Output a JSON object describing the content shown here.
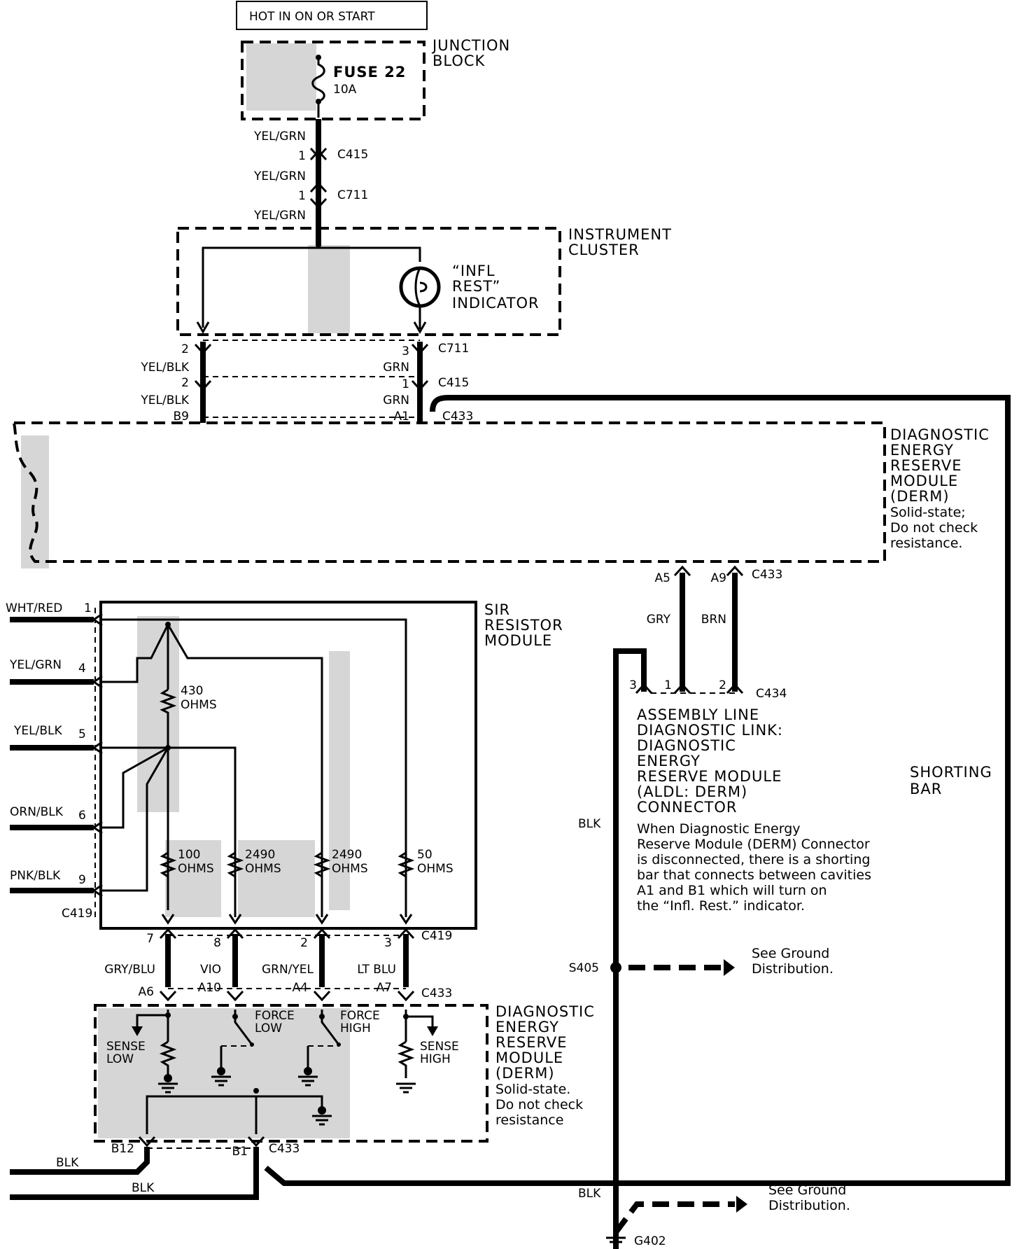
{
  "power": {
    "hot_label": "HOT IN ON OR START"
  },
  "junction_block": {
    "title_1": "JUNCTION",
    "title_2": "BLOCK",
    "fuse": "FUSE 22",
    "rating": "10A"
  },
  "upper_feed": {
    "wire_1": "YEL/GRN",
    "pin_c415": "1",
    "c415": "C415",
    "wire_2": "YEL/GRN",
    "pin_c711": "1",
    "c711": "C711",
    "wire_3": "YEL/GRN"
  },
  "instrument_cluster": {
    "title_1": "INSTRUMENT",
    "title_2": "CLUSTER",
    "ind_1": "“INFL",
    "ind_2": "REST”",
    "ind_3": "INDICATOR"
  },
  "cluster_connectors": {
    "left_pin_1": "2",
    "left_wire_1": "YEL/BLK",
    "left_pin_2": "2",
    "left_wire_2": "YEL/BLK",
    "left_cav": "B9",
    "right_pin_1": "3",
    "right_wire_1": "GRN",
    "right_pin_2": "1",
    "right_wire_2": "GRN",
    "right_cav": "A1",
    "c711": "C711",
    "c415": "C415",
    "c433": "C433"
  },
  "derm_top": {
    "l1": "DIAGNOSTIC",
    "l2": "ENERGY",
    "l3": "RESERVE",
    "l4": "MODULE",
    "l5": "(DERM)",
    "l6": "Solid-state;",
    "l7": "Do not check",
    "l8": "resistance."
  },
  "aldl": {
    "cav_a5": "A5",
    "cav_a9": "A9",
    "c433": "C433",
    "wire_gry": "GRY",
    "wire_brn": "BRN",
    "pin_3": "3",
    "pin_1": "1",
    "pin_2": "2",
    "c434": "C434",
    "t1": "ASSEMBLY LINE",
    "t2": "DIAGNOSTIC LINK:",
    "t3": "DIAGNOSTIC",
    "t4": "ENERGY",
    "t5": "RESERVE MODULE",
    "t6": "(ALDL: DERM)",
    "t7": "CONNECTOR",
    "n1": "When Diagnostic Energy",
    "n2": "Reserve Module (DERM) Connector",
    "n3": "is disconnected, there is a shorting",
    "n4": "bar that connects between cavities",
    "n5": "A1 and B1 which will turn on",
    "n6": "the “Infl. Rest.” indicator."
  },
  "shorting_bar": {
    "l1": "SHORTING",
    "l2": "BAR"
  },
  "sir_module": {
    "t1": "SIR",
    "t2": "RESISTOR",
    "t3": "MODULE",
    "in_wires": [
      "WHT/RED",
      "YEL/GRN",
      "YEL/BLK",
      "ORN/BLK",
      "PNK/BLK"
    ],
    "in_pins": [
      "1",
      "4",
      "5",
      "6",
      "9"
    ],
    "c419": "C419",
    "r430_v": "430",
    "r430_u": "OHMS",
    "r100_v": "100",
    "r100_u": "OHMS",
    "r2490a_v": "2490",
    "r2490a_u": "OHMS",
    "r2490b_v": "2490",
    "r2490b_u": "OHMS",
    "r50_v": "50",
    "r50_u": "OHMS"
  },
  "sir_outputs": {
    "pins": [
      "7",
      "8",
      "2",
      "3"
    ],
    "wires": [
      "GRY/BLU",
      "VIO",
      "GRN/YEL",
      "LT BLU"
    ],
    "cavs": [
      "A6",
      "A10",
      "A4",
      "A7"
    ],
    "c419": "C419",
    "c433": "C433"
  },
  "derm_bottom": {
    "sense_low_1": "SENSE",
    "sense_low_2": "LOW",
    "force_low_1": "FORCE",
    "force_low_2": "LOW",
    "force_high_1": "FORCE",
    "force_high_2": "HIGH",
    "sense_high_1": "SENSE",
    "sense_high_2": "HIGH",
    "l1": "DIAGNOSTIC",
    "l2": "ENERGY",
    "l3": "RESERVE",
    "l4": "MODULE",
    "l5": "(DERM)",
    "l6": "Solid-state.",
    "l7": "Do not check",
    "l8": "resistance"
  },
  "grounds": {
    "b12": "B12",
    "b1": "B1",
    "c433": "C433",
    "wire_blk_1": "BLK",
    "wire_blk_2": "BLK",
    "blk_mid": "BLK",
    "blk_low": "BLK",
    "s405": "S405",
    "see_1a": "See Ground",
    "see_1b": "Distribution.",
    "see_2a": "See Ground",
    "see_2b": "Distribution.",
    "g402": "G402"
  }
}
